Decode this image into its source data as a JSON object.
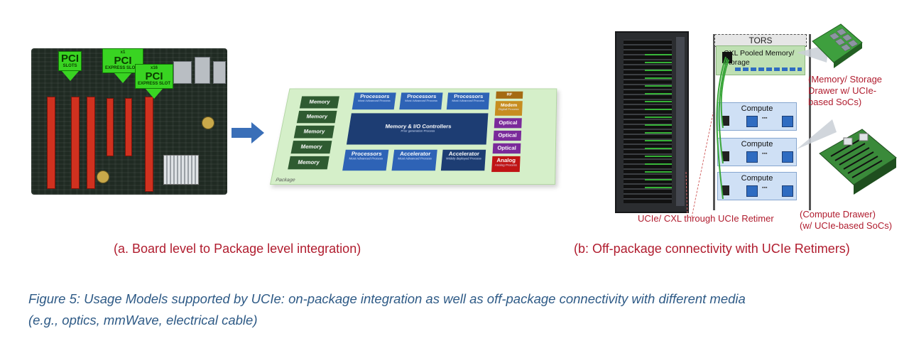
{
  "panel_a": {
    "board": {
      "tag1": {
        "big": "PCI",
        "small": "SLOTS"
      },
      "tag2": {
        "top": "x1",
        "big": "PCI",
        "small": "EXPRESS SLOTS"
      },
      "tag3": {
        "top": "x16",
        "big": "PCI",
        "small": "EXPRESS SLOT"
      }
    },
    "package": {
      "memory_labels": [
        "Memory",
        "Memory",
        "Memory",
        "Memory",
        "Memory"
      ],
      "proc_top": [
        {
          "title": "Processors",
          "sub": "Most Advanced Process"
        },
        {
          "title": "Processors",
          "sub": "Most Advanced Process"
        },
        {
          "title": "Processors",
          "sub": "Most Advanced Process"
        }
      ],
      "controller": {
        "title": "Memory & I/O Controllers",
        "sub": "Prior generation Process"
      },
      "proc_bottom": {
        "title": "Processors",
        "sub": "Most Advanced Process"
      },
      "accel1": {
        "title": "Accelerator",
        "sub": "Most Advanced Process"
      },
      "accel2": {
        "title": "Accelerator",
        "sub": "Widely deployed Process"
      },
      "rf": "RF",
      "modem": {
        "title": "Modem",
        "sub": "Digital Process"
      },
      "optical": [
        "Optical",
        "Optical",
        "Optical"
      ],
      "analog": {
        "title": "Analog",
        "sub": "Analog Process"
      },
      "package_label": "Package"
    },
    "caption": "(a. Board level to Package level integration)"
  },
  "panel_b": {
    "tors": "TORS",
    "pooled": "CXL Pooled Memory/ Storage",
    "compute_labels": [
      "Compute",
      "Compute",
      "Compute"
    ],
    "mem_drawer_label": "(Memory/ Storage Drawer w/ UCIe-based SoCs)",
    "mem_drawer_lines": [
      "(Memory/ Storage",
      "Drawer w/ UCIe-",
      "based SoCs)"
    ],
    "compute_drawer_lines": [
      "(Compute Drawer)",
      "(w/ UCIe-based SoCs)"
    ],
    "retimer": "UCIe/ CXL through UCIe Retimer",
    "caption": "(b: Off-package connectivity with UCIe Retimers)"
  },
  "figure_caption_lines": [
    "Figure 5: Usage Models supported by UCIe: on-package integration as well as off-package connectivity with different media",
    "(e.g., optics, mmWave, electrical cable)"
  ],
  "colors": {
    "caption_red": "#b01c2e",
    "figure_blue": "#2e5a86",
    "arrow_blue": "#3a6fb8"
  }
}
